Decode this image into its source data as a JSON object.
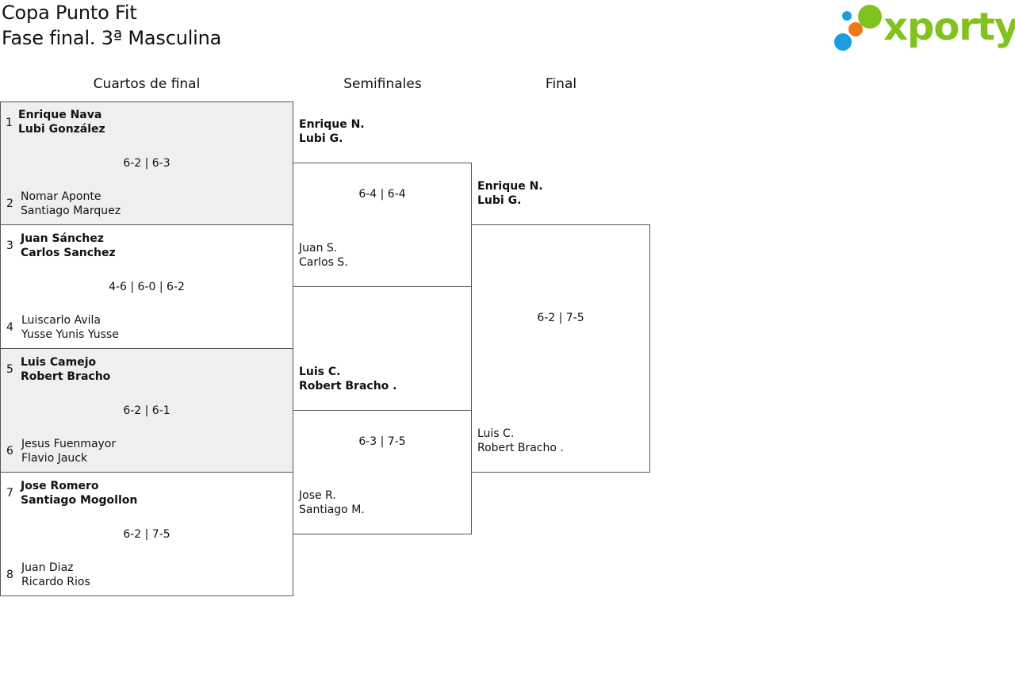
{
  "header": {
    "title": "Copa Punto Fit",
    "subtitle": "Fase final. 3ª Masculina"
  },
  "logo": {
    "text": "xporty",
    "colors": {
      "green": "#82c21f",
      "blue": "#1a9ee0",
      "orange": "#f07818"
    }
  },
  "rounds": [
    {
      "label": "Cuartos de final"
    },
    {
      "label": "Semifinales"
    },
    {
      "label": "Final"
    }
  ],
  "quarterfinals": [
    {
      "top": {
        "seed": "1",
        "players": [
          "Enrique Nava",
          "Lubi González"
        ],
        "winner": true
      },
      "score": "6-2 | 6-3",
      "bottom": {
        "seed": "2",
        "players": [
          "Nomar Aponte",
          "Santiago Marquez"
        ],
        "winner": false
      }
    },
    {
      "top": {
        "seed": "3",
        "players": [
          "Juan Sánchez",
          "Carlos Sanchez"
        ],
        "winner": true
      },
      "score": "4-6 | 6-0 | 6-2",
      "bottom": {
        "seed": "4",
        "players": [
          "Luiscarlo Avila",
          "Yusse Yunis Yusse"
        ],
        "winner": false
      }
    },
    {
      "top": {
        "seed": "5",
        "players": [
          "Luis Camejo",
          "Robert Bracho"
        ],
        "winner": true
      },
      "score": "6-2 | 6-1",
      "bottom": {
        "seed": "6",
        "players": [
          "Jesus Fuenmayor",
          "Flavio Jauck"
        ],
        "winner": false
      }
    },
    {
      "top": {
        "seed": "7",
        "players": [
          "Jose Romero",
          "Santiago Mogollon"
        ],
        "winner": true
      },
      "score": "6-2 | 7-5",
      "bottom": {
        "seed": "8",
        "players": [
          "Juan Diaz",
          "Ricardo Rios"
        ],
        "winner": false
      }
    }
  ],
  "semifinals": [
    {
      "top": {
        "players": [
          "Enrique N.",
          "Lubi G."
        ],
        "winner": true
      },
      "score": "6-4 | 6-4",
      "bottom": {
        "players": [
          "Juan S.",
          "Carlos S."
        ],
        "winner": false
      }
    },
    {
      "top": {
        "players": [
          "Luis C.",
          "Robert Bracho ."
        ],
        "winner": true
      },
      "score": "6-3 | 7-5",
      "bottom": {
        "players": [
          "Jose R.",
          "Santiago M."
        ],
        "winner": false
      }
    }
  ],
  "final": {
    "top": {
      "players": [
        "Enrique N.",
        "Lubi G."
      ],
      "winner": true
    },
    "score": "6-2 | 7-5",
    "bottom": {
      "players": [
        "Luis C.",
        "Robert Bracho ."
      ],
      "winner": false
    }
  },
  "colors": {
    "shaded_box": "#efefef",
    "border": "#555555"
  }
}
